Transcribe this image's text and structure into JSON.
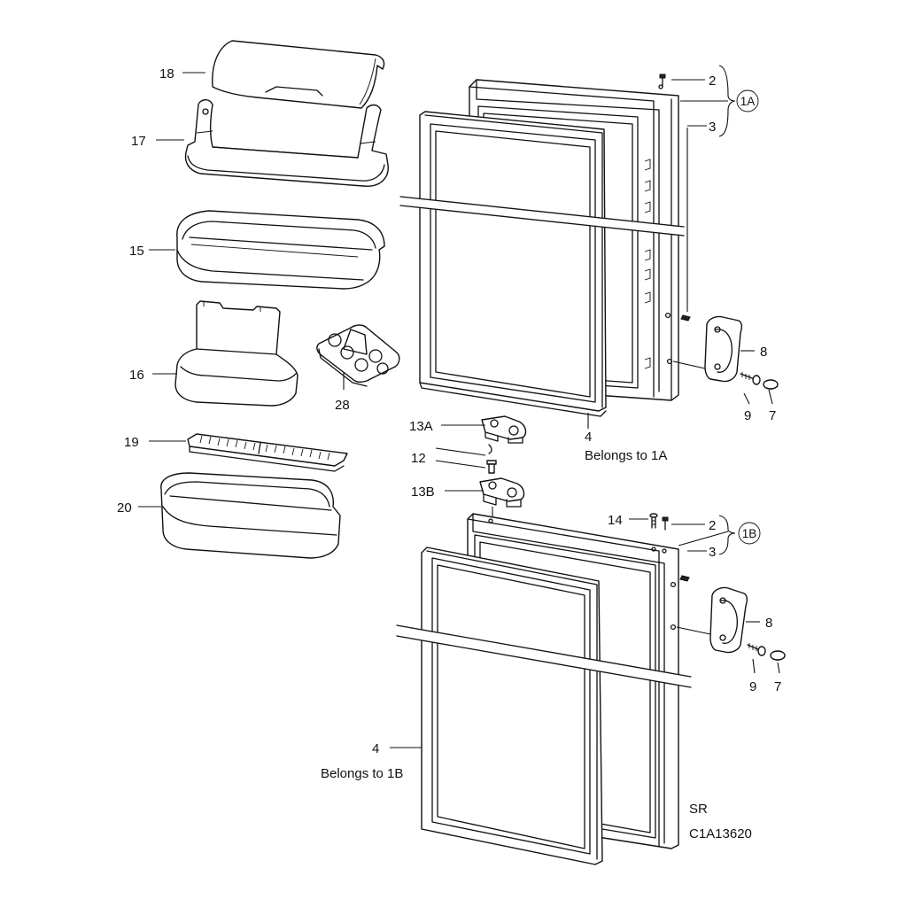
{
  "callouts": {
    "n18": "18",
    "n17": "17",
    "n15": "15",
    "n16": "16",
    "n28": "28",
    "n19": "19",
    "n20": "20",
    "n2_top": "2",
    "n1A": "1A",
    "n3_top": "3",
    "n8_top": "8",
    "n9_top": "9",
    "n7_top": "7",
    "n4_top": "4",
    "belongs_1A": "Belongs to 1A",
    "n13A": "13A",
    "n12": "12",
    "n13B": "13B",
    "n14": "14",
    "n2_bot": "2",
    "n1B": "1B",
    "n3_bot": "3",
    "n8_bot": "8",
    "n9_bot": "9",
    "n7_bot": "7",
    "n4_bot": "4",
    "belongs_1B": "Belongs to 1B"
  },
  "footer": {
    "code_sr": "SR",
    "drawing_number": "C1A13620"
  }
}
